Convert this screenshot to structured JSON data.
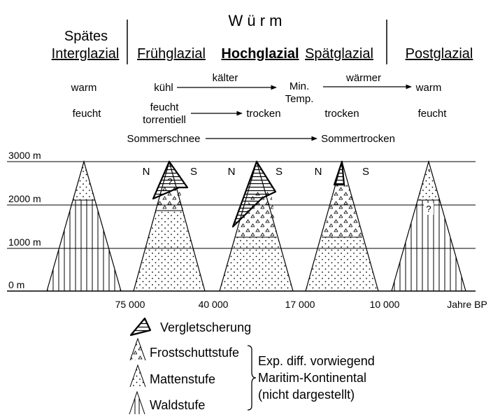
{
  "header": {
    "wurm": "W ü r m",
    "spates_line1": "Spätes",
    "spates_line2": "Interglazial",
    "periods": [
      "Frühglazial",
      "Hochglazial",
      "Spätglazial",
      "Postglazial"
    ]
  },
  "climate": {
    "row1": {
      "warm_left": "warm",
      "kuhl": "kühl",
      "kalter": "kälter",
      "min": "Min.",
      "temp": "Temp.",
      "warmer": "wärmer",
      "warm_right": "warm"
    },
    "row2": {
      "feucht_left": "feucht",
      "feucht2": "feucht",
      "torrentiell": "torrentiell",
      "trocken1": "trocken",
      "trocken2": "trocken",
      "feucht_right": "feucht"
    },
    "row3": {
      "sommerschnee": "Sommerschnee",
      "sommertrocken": "Sommertrocken"
    }
  },
  "altitudes": [
    "3000 m",
    "2000 m",
    "1000 m",
    "0 m"
  ],
  "aspects": {
    "n": "N",
    "s": "S"
  },
  "question_mark": "?",
  "timeline": [
    "75 000",
    "40 000",
    "17 000",
    "10 000",
    "Jahre BP"
  ],
  "legend": {
    "items": [
      "Vergletscherung",
      "Frostschuttstufe",
      "Mattenstufe",
      "Waldstufe"
    ],
    "note": [
      "Exp. diff. vorwiegend",
      "Maritim-Kontinental",
      "(nicht dargestellt)"
    ]
  },
  "colors": {
    "ink": "#000000",
    "background": "#ffffff"
  }
}
